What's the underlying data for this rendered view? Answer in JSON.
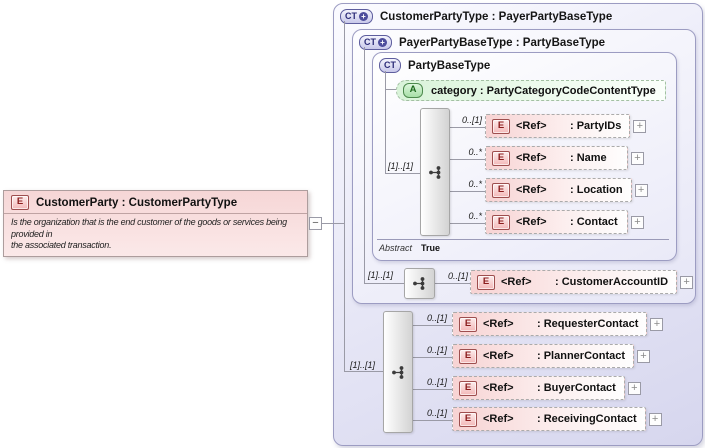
{
  "icons": {
    "element": "E",
    "complex_type": "CT",
    "derived_plus": "+",
    "attribute": "A",
    "expand": "+",
    "collapse": "−"
  },
  "entity": {
    "title": "CustomerParty : CustomerPartyType",
    "description_lines": [
      "Is the organization that is the end customer of the goods or services being",
      "provided in",
      "the associated transaction."
    ]
  },
  "panels": {
    "outer": {
      "title": "CustomerPartyType : PayerPartyBaseType"
    },
    "middle": {
      "title": "PayerPartyBaseType : PartyBaseType"
    },
    "inner": {
      "title": "PartyBaseType",
      "abstract_label": "Abstract",
      "abstract_value": "True"
    }
  },
  "attribute": {
    "label": "category : PartyCategoryCodeContentType"
  },
  "ref_label": "<Ref>",
  "groups": {
    "inner": "[1]..[1]",
    "middle": "[1]..[1]",
    "outer": "[1]..[1]"
  },
  "inner_rows": [
    {
      "card": "0..[1]",
      "type": ": PartyIDs"
    },
    {
      "card": "0..*",
      "type": ": Name"
    },
    {
      "card": "0..*",
      "type": ": Location"
    },
    {
      "card": "0..*",
      "type": ": Contact"
    }
  ],
  "middle_rows": [
    {
      "card": "0..[1]",
      "type": ": CustomerAccountID"
    }
  ],
  "outer_rows": [
    {
      "card": "0..[1]",
      "type": ": RequesterContact"
    },
    {
      "card": "0..[1]",
      "type": ": PlannerContact"
    },
    {
      "card": "0..[1]",
      "type": ": BuyerContact"
    },
    {
      "card": "0..[1]",
      "type": ": ReceivingContact"
    }
  ]
}
